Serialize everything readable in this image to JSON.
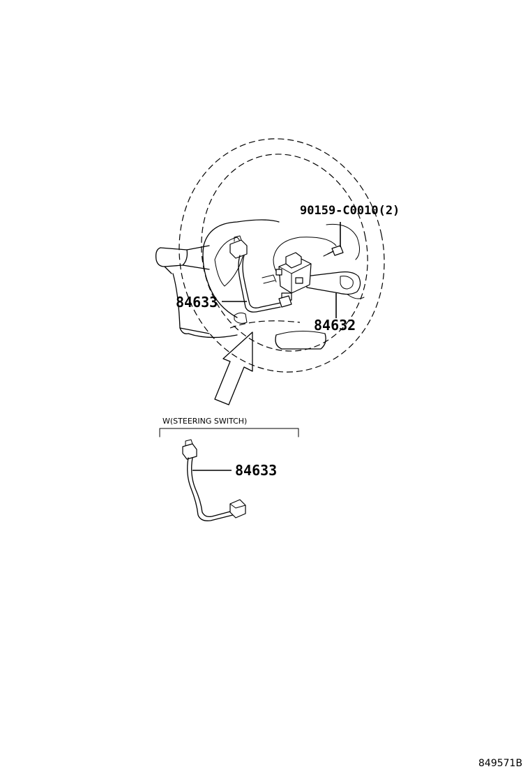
{
  "callouts": {
    "bolt": "90159-C0010(2)",
    "harness_main": "84633",
    "switch": "84632",
    "harness_detail": "84633"
  },
  "detail_box": {
    "caption": "W(STEERING SWITCH)"
  },
  "reference_code": "849571B"
}
